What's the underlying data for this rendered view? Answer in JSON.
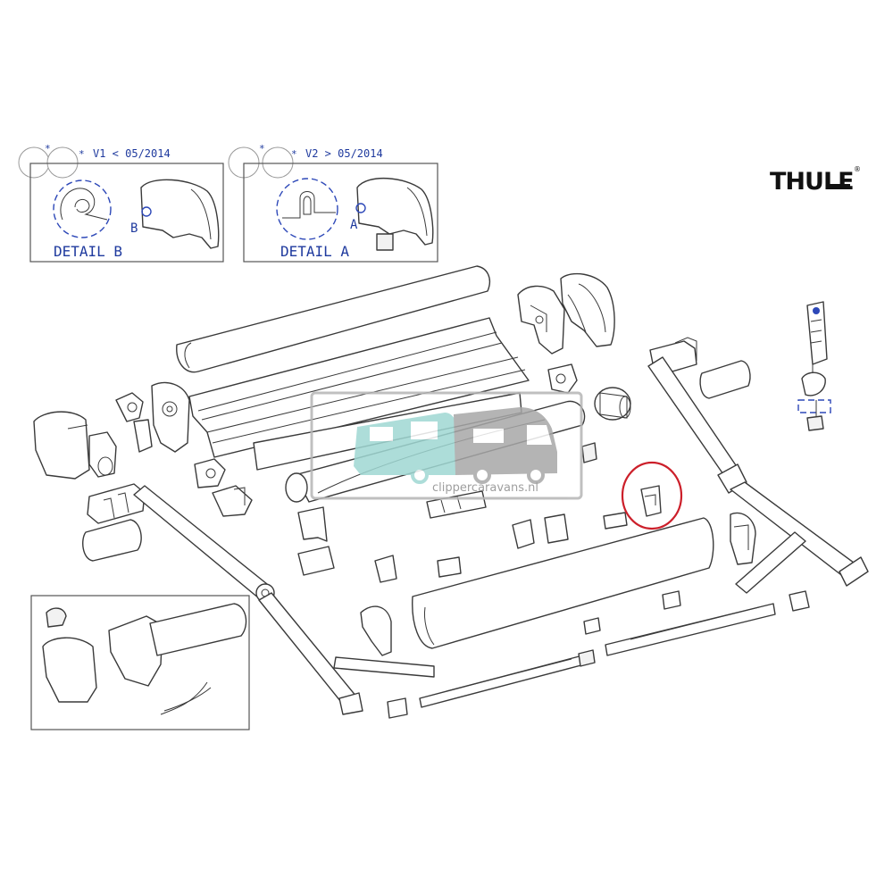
{
  "brand": {
    "name": "THULE",
    "mark": "®"
  },
  "details": [
    {
      "version_label": "V1 < 05/2014",
      "asterisk": "*",
      "caption": "DETAIL B",
      "callout": "B"
    },
    {
      "version_label": "V2 > 05/2014",
      "asterisk": "*",
      "caption": "DETAIL A",
      "callout": "A"
    }
  ],
  "watermark": {
    "text": "clippercaravans.nl",
    "caravan_color": "#9fd8d3",
    "camper_color": "#a7a7a7"
  },
  "highlight": {
    "color": "#cc1f2a"
  },
  "colors": {
    "line": "#3a3a3a",
    "label": "#1f3a9e",
    "accent": "#2d48b8"
  },
  "icons": [
    "caravan-icon",
    "camper-icon",
    "thule-logo-icon"
  ]
}
